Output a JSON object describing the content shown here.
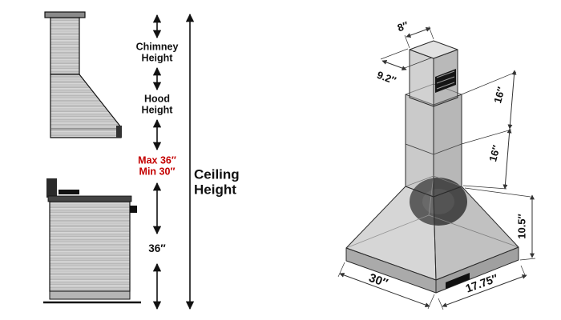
{
  "colors": {
    "dimension_red": "#c40000",
    "line": "#111111"
  },
  "side_view": {
    "chimney_height_label": "Chimney\nHeight",
    "hood_height_label": "Hood\nHeight",
    "mounting_range_label": "Max 36″\nMin 30″",
    "stove_clearance_label": "36″",
    "ceiling_height_label": "Ceiling\nHeight"
  },
  "iso_view": {
    "chimney_top_depth": "8″",
    "chimney_top_width": "9.2″",
    "chimney_upper_height": "16″",
    "chimney_lower_height": "16″",
    "hood_body_height": "10.5″",
    "hood_width": "30″",
    "hood_depth": "17.75″"
  }
}
